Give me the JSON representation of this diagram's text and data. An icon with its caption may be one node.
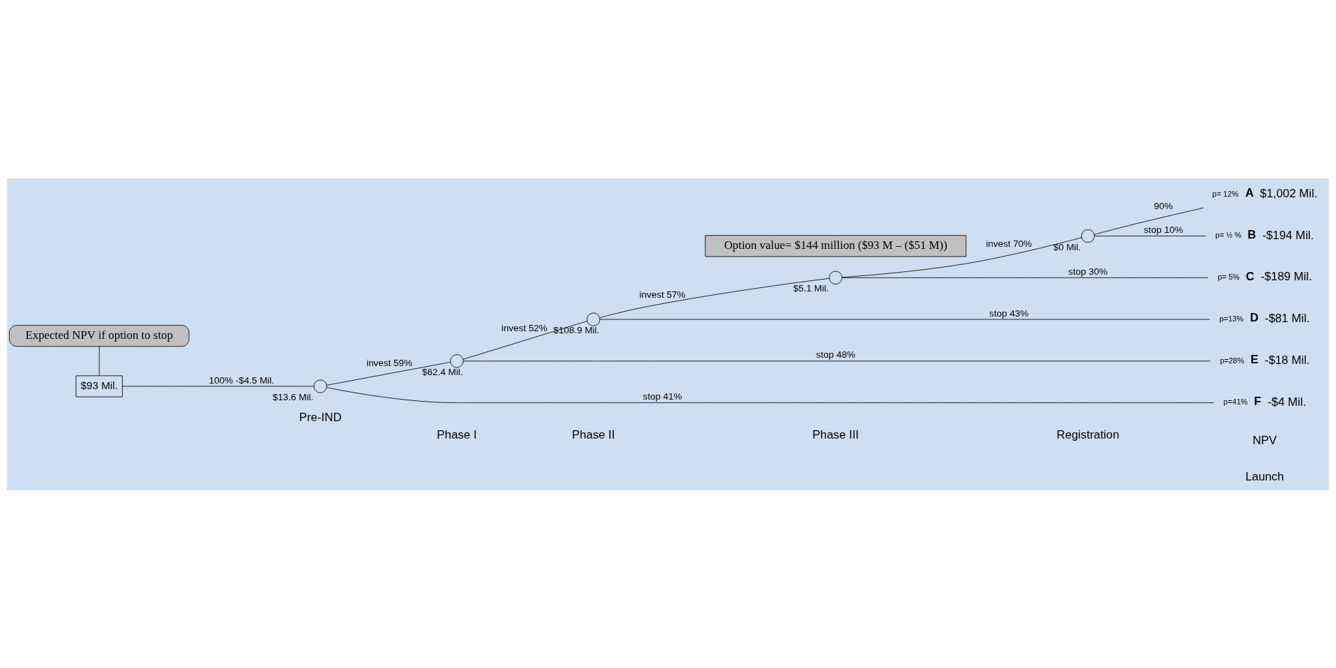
{
  "diagram": {
    "nodes": [
      {
        "text": [
          "Expected NPV if option to stop"
        ]
      },
      {
        "text": [
          "$93 Mil."
        ]
      },
      {
        "text": [],
        "shape": "circle",
        "beside": [
          "$13.6 Mil."
        ]
      },
      {
        "text": [],
        "shape": "circle",
        "beside": [
          "$62.4 Mil."
        ]
      },
      {
        "text": [],
        "shape": "circle",
        "beside": [
          "$108.9 Mil."
        ]
      },
      {
        "text": [],
        "shape": "circle",
        "beside": [
          "$5.1 Mil."
        ]
      },
      {
        "text": [],
        "shape": "circle",
        "beside": [
          "$0 Mil."
        ]
      },
      {
        "text": [
          "A"
        ],
        "beside": [
          "p= 12%",
          "$1,002 Mil."
        ]
      },
      {
        "text": [
          "B"
        ],
        "beside": [
          "p= ½ %",
          "-$194 Mil."
        ]
      },
      {
        "text": [
          "C"
        ],
        "beside": [
          "p= 5%",
          "-$189 Mil."
        ]
      },
      {
        "text": [
          "D"
        ],
        "beside": [
          "p=13%",
          "-$81 Mil."
        ]
      },
      {
        "text": [
          "E"
        ],
        "beside": [
          "p=28%",
          "-$18 Mil."
        ]
      },
      {
        "text": [
          "F"
        ],
        "beside": [
          "p=41%",
          "-$4 Mil."
        ]
      },
      {
        "text": [
          "Option value= $144 million ($93 M – ($51 M))"
        ]
      }
    ],
    "edges": [
      {
        "from": 0,
        "to": 1,
        "arrow": "none"
      },
      {
        "from": 1,
        "to": 2,
        "arrow": "none",
        "label": "100% -$4.5 Mil."
      },
      {
        "from": 2,
        "to": 3,
        "arrow": "none",
        "label": "invest 59%"
      },
      {
        "from": 2,
        "to": 12,
        "arrow": "none",
        "label": "stop 41%"
      },
      {
        "from": 3,
        "to": 4,
        "arrow": "none",
        "label": "invest 52%"
      },
      {
        "from": 3,
        "to": 11,
        "arrow": "none",
        "label": "stop 48%"
      },
      {
        "from": 4,
        "to": 5,
        "arrow": "none",
        "label": "invest 57%"
      },
      {
        "from": 4,
        "to": 10,
        "arrow": "none",
        "label": "stop 43%"
      },
      {
        "from": 5,
        "to": 6,
        "arrow": "none",
        "label": "invest 70%"
      },
      {
        "from": 5,
        "to": 9,
        "arrow": "none",
        "label": "stop 30%"
      },
      {
        "from": 6,
        "to": 7,
        "arrow": "none",
        "label": "90%"
      },
      {
        "from": 6,
        "to": 8,
        "arrow": "none",
        "label": "stop 10%"
      }
    ],
    "labels": [
      "Launch",
      "NPV",
      "Registration",
      "Phase III",
      "Phase II",
      "Phase I",
      "Pre-IND"
    ]
  }
}
